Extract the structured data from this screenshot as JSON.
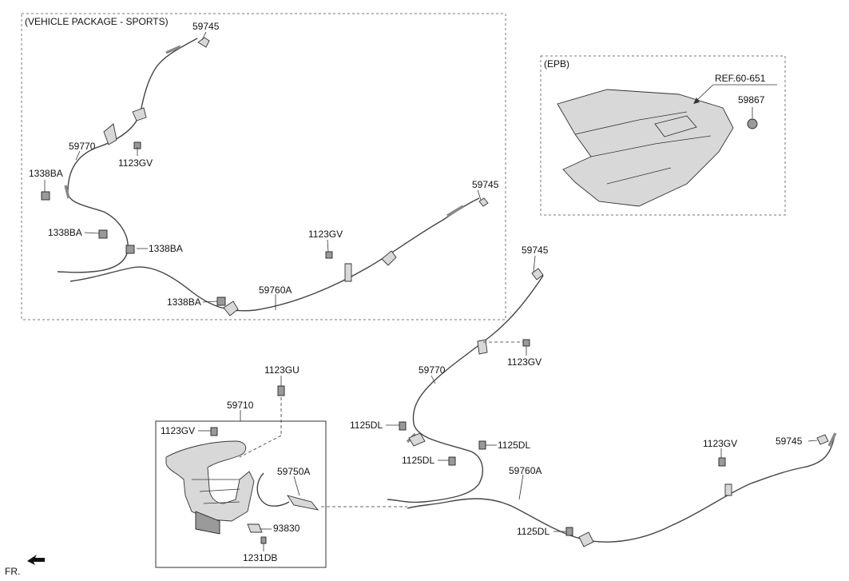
{
  "frames": {
    "sports_title": "(VEHICLE PACKAGE - SPORTS)",
    "epb_title": "(EPB)",
    "epb_ref": "REF.60-651"
  },
  "labels": {
    "p59745_a": "59745",
    "p59770_a": "59770",
    "p1123GV_a": "1123GV",
    "p1338BA_a": "1338BA",
    "p59745_b": "59745",
    "p1338BA_b": "1338BA",
    "p1338BA_c": "1338BA",
    "p1123GV_b": "1123GV",
    "p1338BA_d": "1338BA",
    "p59760A_a": "59760A",
    "p59867": "59867",
    "p59745_c": "59745",
    "p1123GV_c": "1123GV",
    "p59770_b": "59770",
    "p1123GU": "1123GU",
    "p59710": "59710",
    "p1123GV_d": "1123GV",
    "p1125DL_a": "1125DL",
    "p1125DL_b": "1125DL",
    "p1125DL_c": "1125DL",
    "p59750A": "59750A",
    "p59760A_b": "59760A",
    "p1123GV_e": "1123GV",
    "p59745_d": "59745",
    "p93830": "93830",
    "p1231DB": "1231DB",
    "p1125DL_d": "1125DL",
    "fr": "FR."
  },
  "icons": {
    "front_arrow": "front-arrow-icon"
  }
}
